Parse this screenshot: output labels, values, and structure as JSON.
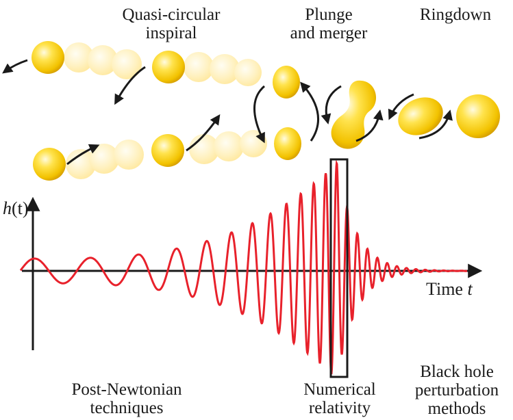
{
  "phases": {
    "inspiral": [
      "Quasi-circular",
      "inspiral"
    ],
    "plunge": [
      "Plunge",
      "and merger"
    ],
    "ringdown": "Ringdown"
  },
  "axes": {
    "y_label_h": "h",
    "y_label_t": "(t)",
    "x_label": "Time",
    "x_label_var": "t"
  },
  "methods": {
    "post_newtonian": [
      "Post-Newtonian",
      "techniques"
    ],
    "numerical_relativity": [
      "Numerical",
      "relativity"
    ],
    "perturbation": [
      "Black hole",
      "perturbation",
      "methods"
    ]
  },
  "colors": {
    "waveform": "#e8212b",
    "blackhole_core": "#ffd700",
    "blackhole_edge": "#d4a017",
    "ghost": "#fff0b3",
    "axis": "#1a1a1a"
  }
}
